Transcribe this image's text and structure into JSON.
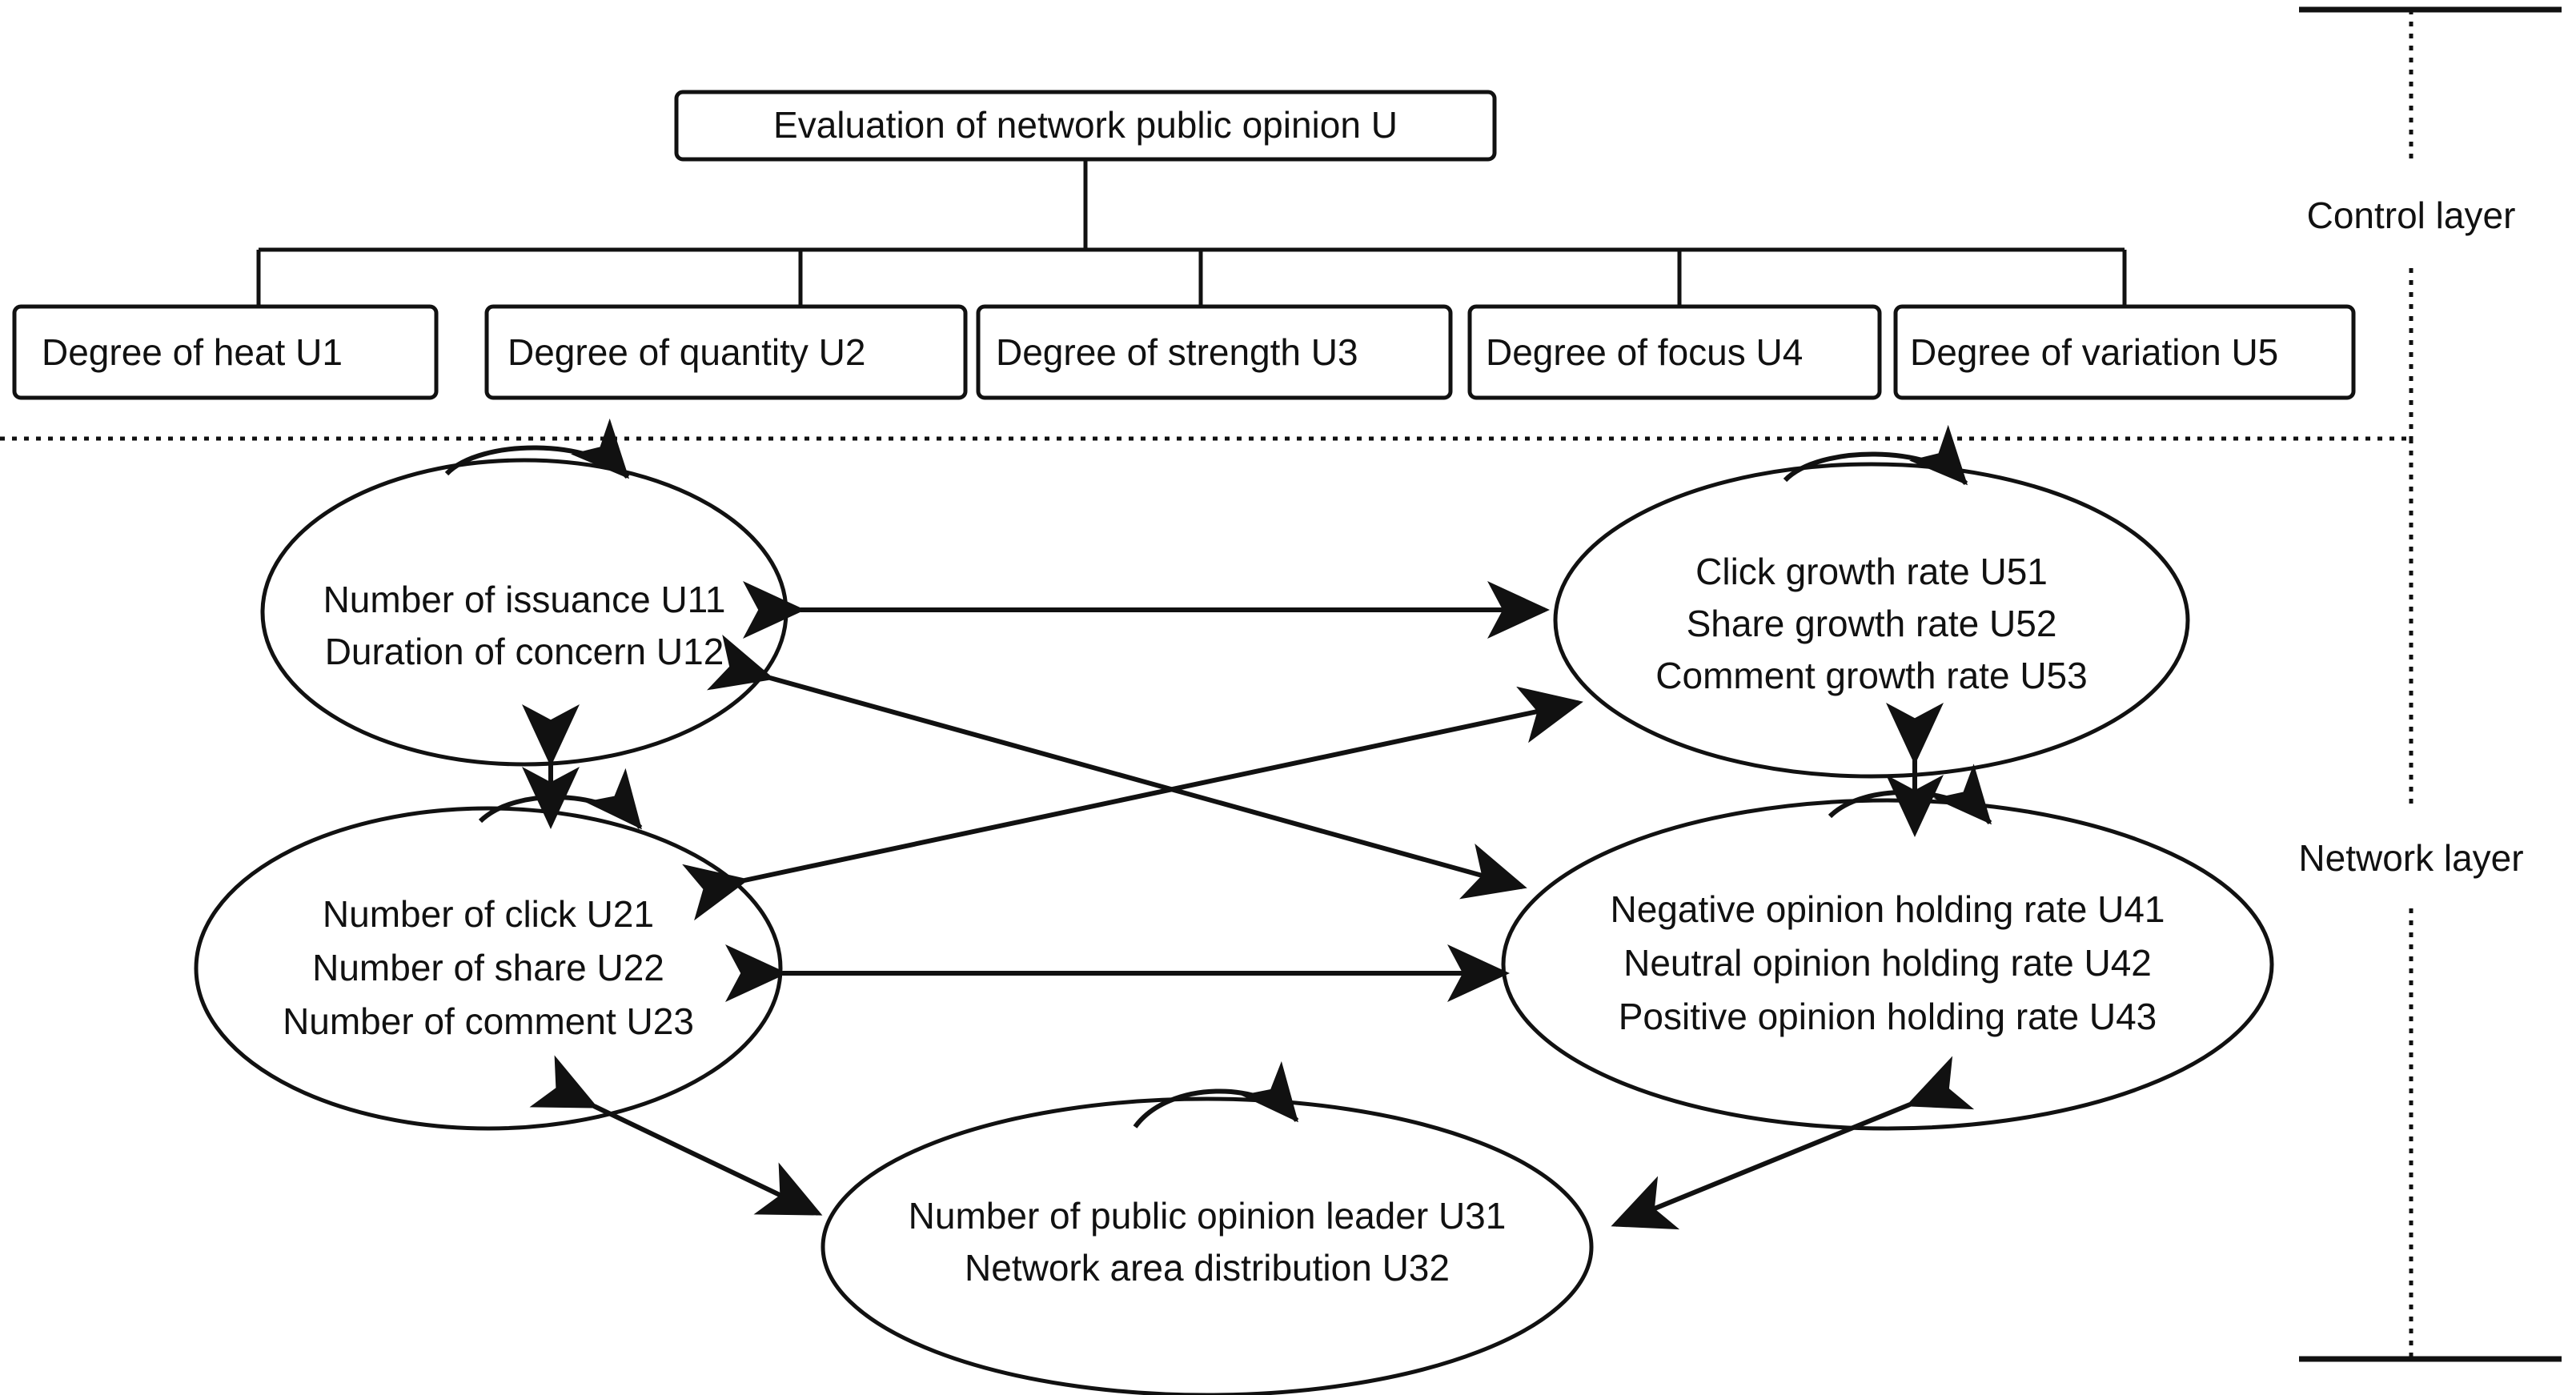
{
  "diagram": {
    "title_box": {
      "label": "Evaluation of network public opinion U"
    },
    "criteria_boxes": [
      {
        "label": "Degree of heat U1"
      },
      {
        "label": "Degree of quantity U2"
      },
      {
        "label": "Degree of strength U3"
      },
      {
        "label": "Degree of focus U4"
      },
      {
        "label": "Degree of variation U5"
      }
    ],
    "layer_labels": {
      "control": "Control layer",
      "network": "Network layer"
    },
    "clusters": [
      {
        "id": "u1-cluster",
        "lines": [
          "Number of issuance U11",
          "Duration of concern U12"
        ]
      },
      {
        "id": "u5-cluster",
        "lines": [
          "Click growth rate U51",
          "Share growth rate U52",
          "Comment growth rate U53"
        ]
      },
      {
        "id": "u2-cluster",
        "lines": [
          "Number of click U21",
          "Number of share U22",
          "Number of comment U23"
        ]
      },
      {
        "id": "u4-cluster",
        "lines": [
          "Negative opinion holding rate U41",
          "Neutral opinion holding rate U42",
          "Positive opinion holding rate U43"
        ]
      },
      {
        "id": "u3-cluster",
        "lines": [
          "Number of public opinion leader U31",
          "Network area distribution U32"
        ]
      }
    ],
    "colors": {
      "stroke": "#111111",
      "background": "#ffffff",
      "text": "#111111"
    }
  }
}
